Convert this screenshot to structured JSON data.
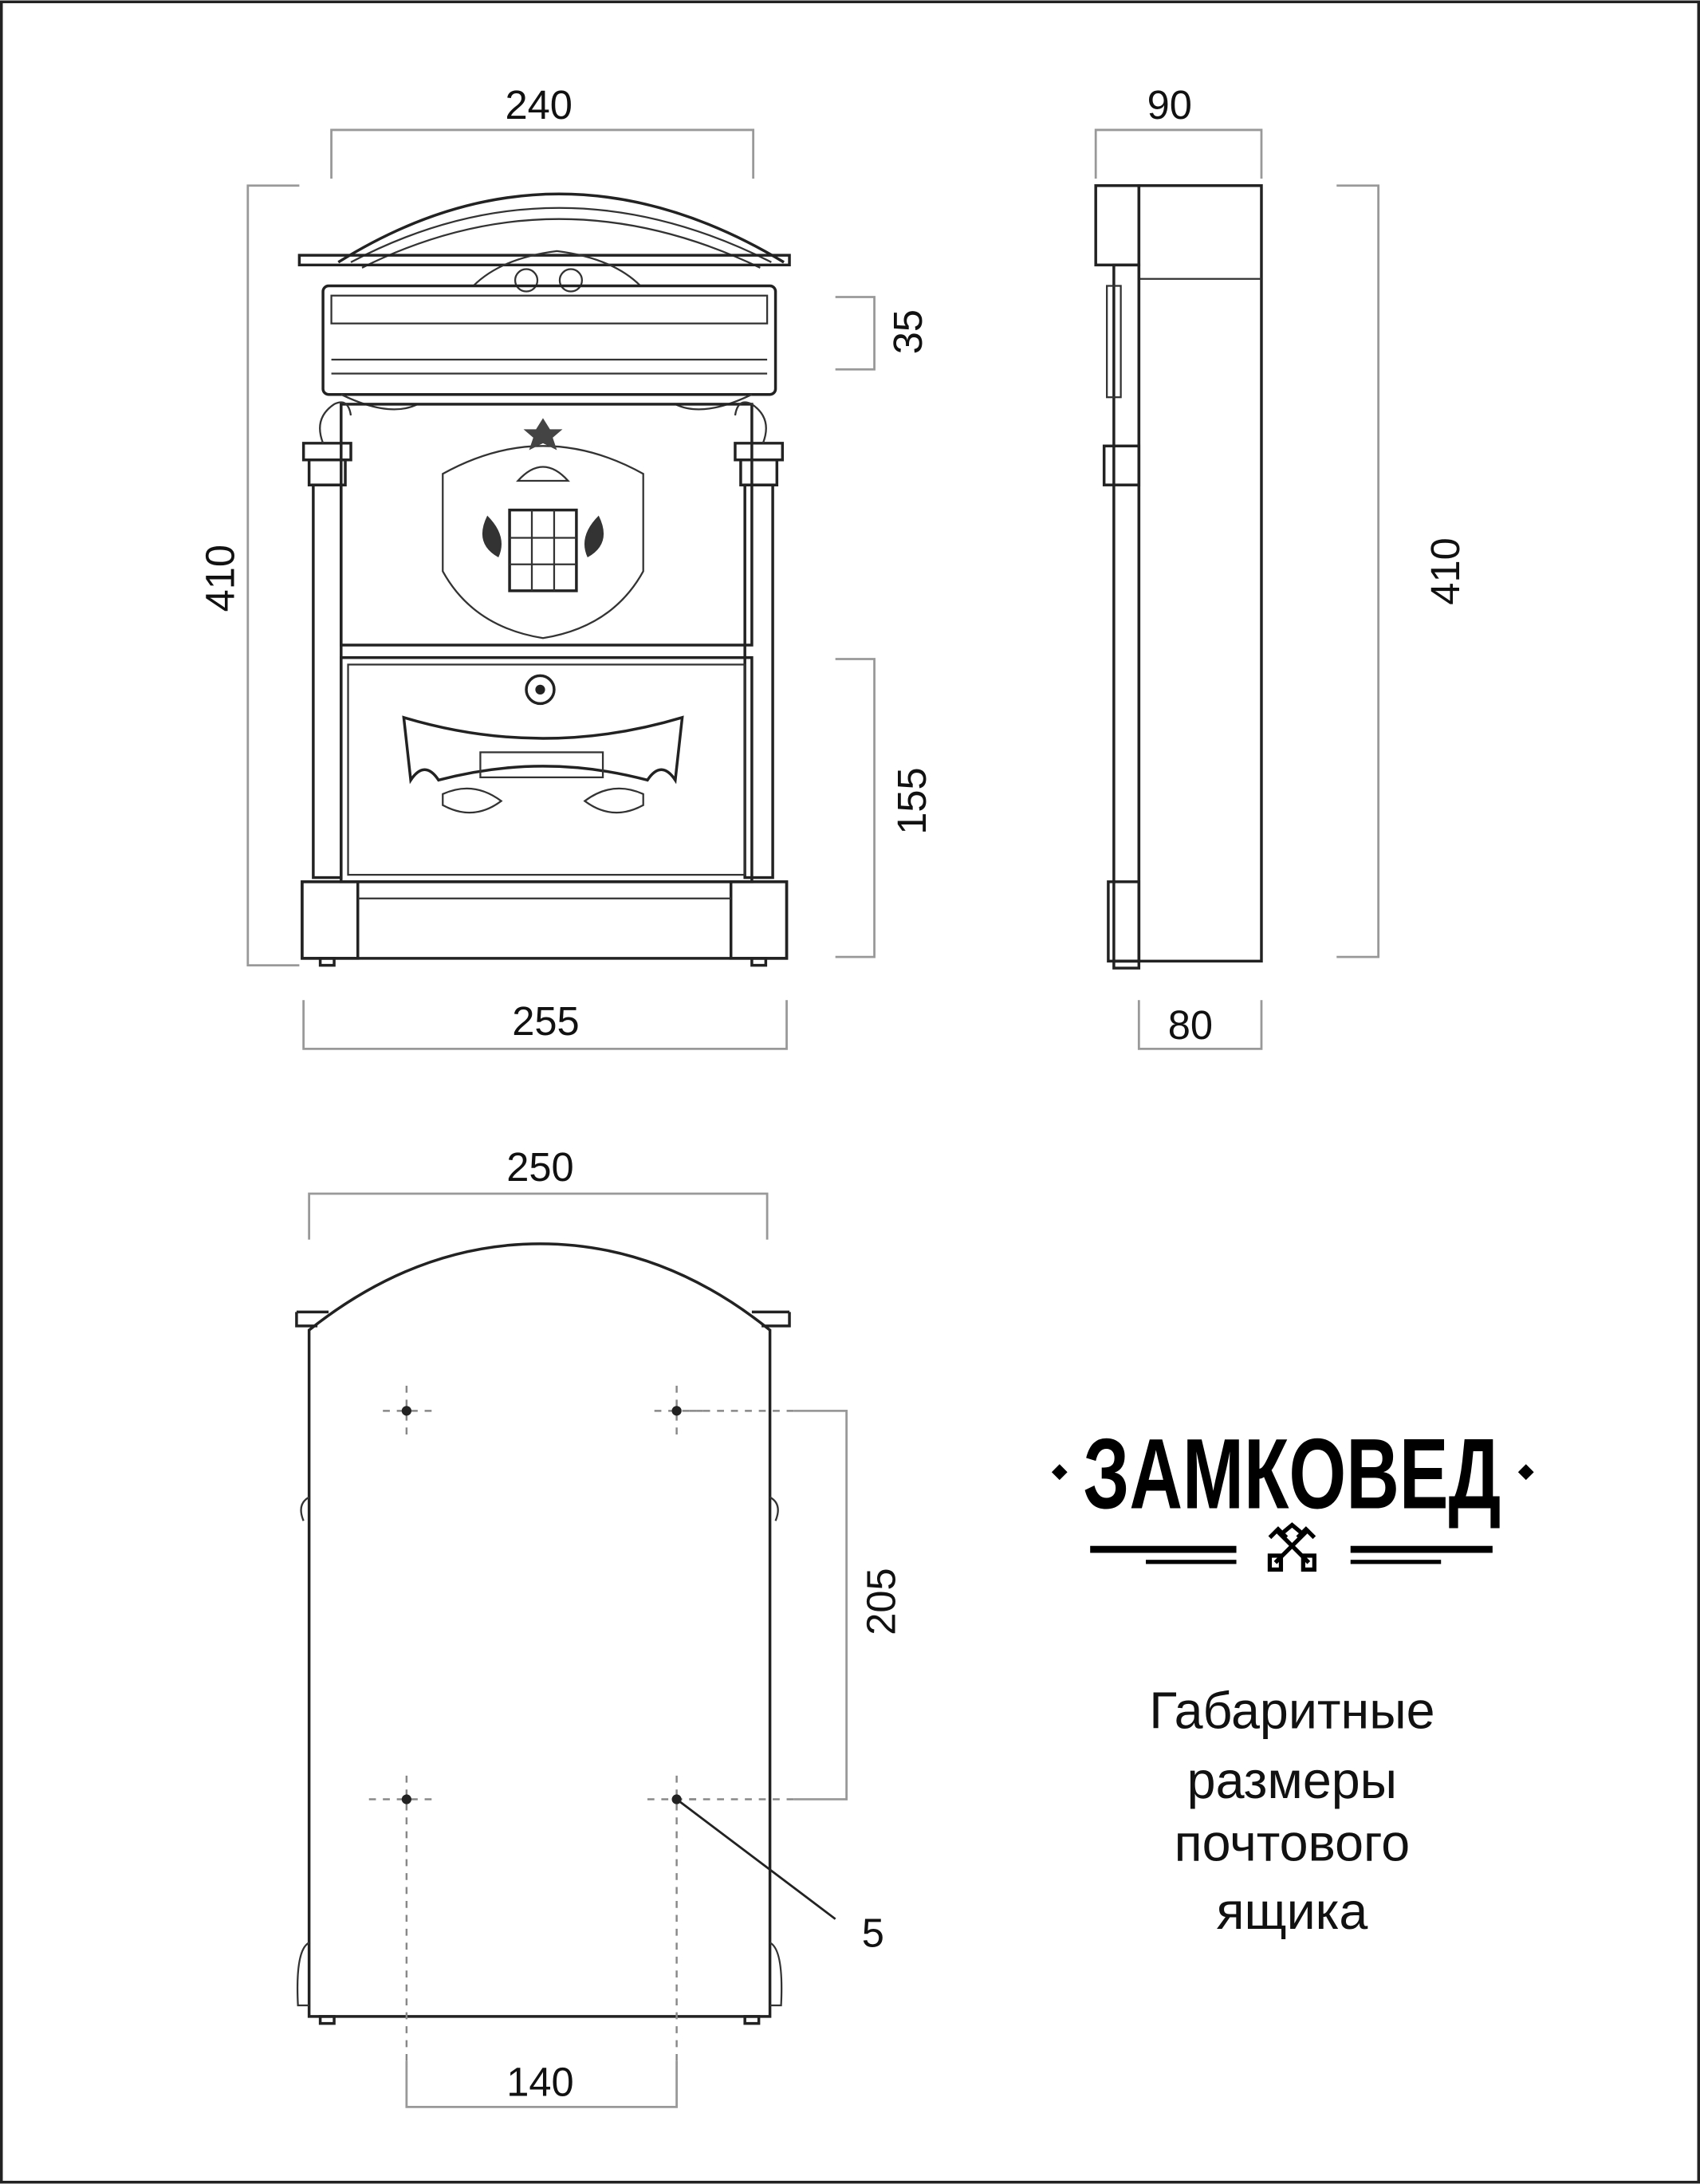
{
  "front_view": {
    "top_width": "240",
    "height": "410",
    "slot_height": "35",
    "door_height": "155",
    "base_width": "255"
  },
  "side_view": {
    "top_depth": "90",
    "height": "410",
    "base_depth": "80"
  },
  "back_view": {
    "width": "250",
    "hole_spacing_vertical": "205",
    "hole_diameter": "5",
    "hole_spacing_horizontal": "140"
  },
  "logo": {
    "text": "ЗАМКОВЕД"
  },
  "caption": {
    "lines": [
      "Габаритные",
      "размеры",
      "почтового",
      "ящика"
    ]
  }
}
